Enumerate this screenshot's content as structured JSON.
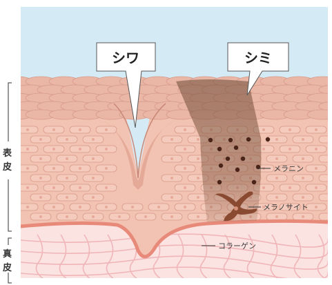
{
  "diagram": {
    "callouts": {
      "wrinkle": "シワ",
      "spot": "シミ"
    },
    "side_labels": {
      "epidermis_top": "表",
      "epidermis_bottom": "皮",
      "dermis_top": "真",
      "dermis_bottom": "皮"
    },
    "annotations": {
      "melanin": "メラニン",
      "melanocyte": "メラノサイト",
      "collagen": "コラーゲン"
    },
    "colors": {
      "sky": "#d4ebf6",
      "skin_surface": "#eab6a6",
      "skin_cell": "#f4cbbd",
      "skin_cell_stroke": "#d99a88",
      "basal_line": "#e88a7a",
      "dermis": "#fbe3e1",
      "collagen_line": "#f0b5b8",
      "spot_shade": "#8a5a3a",
      "melanin_dot": "#4a2418",
      "melanocyte": "#8a4a32"
    }
  }
}
